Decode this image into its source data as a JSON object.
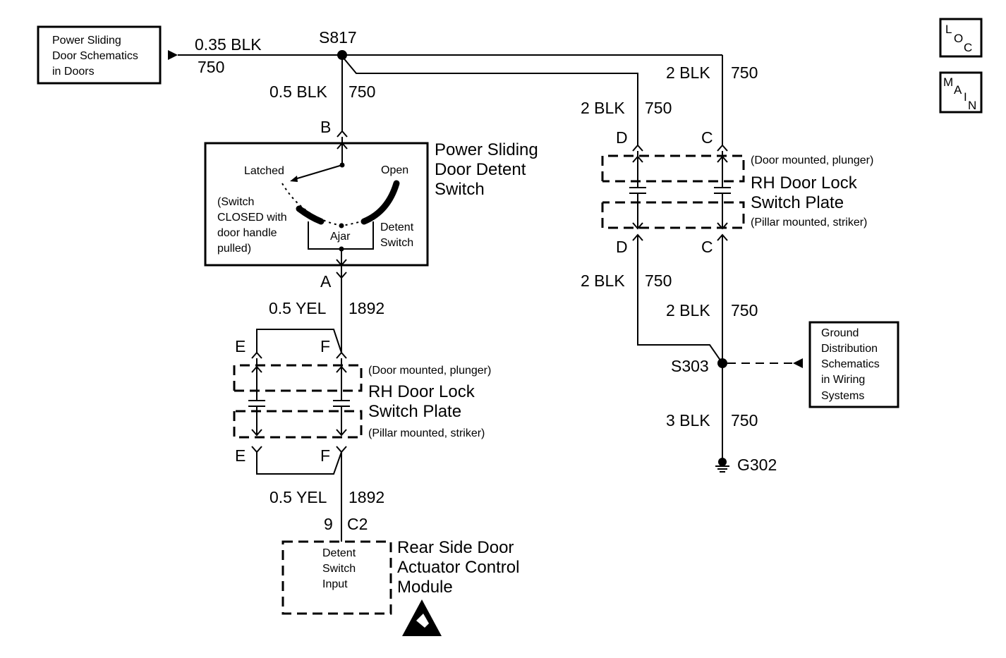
{
  "refs": {
    "power_sliding_schematics": [
      "Power Sliding",
      "Door Schematics",
      "in Doors"
    ],
    "ground_distribution": [
      "Ground",
      "Distribution",
      "Schematics",
      "in Wiring",
      "Systems"
    ]
  },
  "nav_buttons": {
    "loc": [
      "L",
      "O",
      "C"
    ],
    "main": [
      "M",
      "A",
      "I",
      "N"
    ]
  },
  "splices": {
    "s817": "S817",
    "s303": "S303"
  },
  "ground": "G302",
  "wires": {
    "top_left_size": "0.35 BLK",
    "top_left_circuit": "750",
    "b_size": "0.5 BLK",
    "b_circuit": "750",
    "c_top_size": "2 BLK",
    "c_top_circuit": "750",
    "d_top_size": "2 BLK",
    "d_top_circuit": "750",
    "d_bottom_size": "2 BLK",
    "d_bottom_circuit": "750",
    "c_bottom_size": "2 BLK",
    "c_bottom_circuit": "750",
    "ground_size": "3 BLK",
    "ground_circuit": "750",
    "a_size": "0.5 YEL",
    "a_circuit": "1892",
    "f_bottom_size": "0.5 YEL",
    "f_bottom_circuit": "1892"
  },
  "pins": {
    "b": "B",
    "a": "A",
    "d_top": "D",
    "c_top": "C",
    "d_bottom": "D",
    "c_bottom": "C",
    "e_top": "E",
    "f_top": "F",
    "e_bottom": "E",
    "f_bottom": "F",
    "module_pin": "9",
    "module_conn": "C2"
  },
  "detent_switch": {
    "title": [
      "Power Sliding",
      "Door Detent",
      "Switch"
    ],
    "latched": "Latched",
    "open": "Open",
    "ajar": "Ajar",
    "note": [
      "(Switch",
      "CLOSED with",
      "door handle",
      "pulled)"
    ],
    "detent_label": [
      "Detent",
      "Switch"
    ]
  },
  "rh_lock_plate_upper": {
    "door_note": "(Door mounted, plunger)",
    "title": [
      "RH Door Lock",
      "Switch Plate"
    ],
    "pillar_note": "(Pillar mounted, striker)"
  },
  "rh_lock_plate_lower": {
    "door_note": "(Door mounted, plunger)",
    "title": [
      "RH Door Lock",
      "Switch Plate"
    ],
    "pillar_note": "(Pillar mounted, striker)"
  },
  "module": {
    "title": [
      "Rear Side Door",
      "Actuator Control",
      "Module"
    ],
    "input": [
      "Detent",
      "Switch",
      "Input"
    ]
  }
}
